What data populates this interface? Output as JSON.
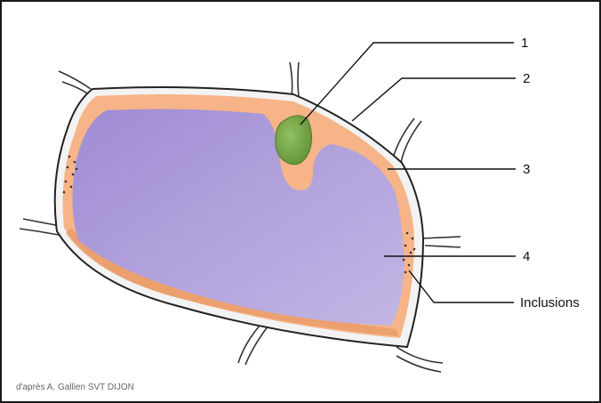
{
  "diagram": {
    "labels": {
      "one": "1",
      "two": "2",
      "three": "3",
      "four": "4",
      "inclusions": "Inclusions"
    },
    "credit": "d'après A. Gallien SVT DIJON"
  },
  "colors": {
    "cell_wall": "#f4f4f4",
    "cytoplasm": "#f6b488",
    "vacuole": "#a998d6",
    "nucleus": "#7cab48",
    "border": "#1a1a1a"
  }
}
